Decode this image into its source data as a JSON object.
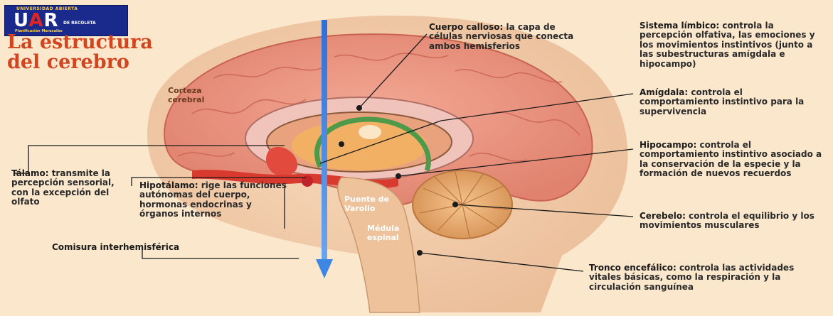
{
  "logo": {
    "line1": "UNIVERSIDAD ABIERTA",
    "letters": [
      "U",
      "A",
      "R"
    ],
    "line2": "DE RECOLETA",
    "line3": "Planificación Maracaibo"
  },
  "title": "La estructura del cerebro",
  "labels": {
    "corteza": "Corteza cerebral",
    "puente": "Puente de Varolio",
    "medula": "Médula espinal",
    "cuerpo": {
      "name": "Cuerpo calloso:",
      "desc": "la capa de células nerviosas que conecta ambos hemisferios"
    },
    "limbico": {
      "name": "Sistema límbico:",
      "desc": "controla la percepción olfativa, las emociones y los movimientos instintivos (junto a las subestructuras amígdala e hipocampo)"
    },
    "amigdala": {
      "name": "Amígdala:",
      "desc": "controla el comportamiento instintivo para la supervivencia"
    },
    "hipocampo": {
      "name": "Hipocampo:",
      "desc": "controla el comportamiento instintivo asociado a la conservación de la especie y la formación de nuevos recuerdos"
    },
    "cerebelo": {
      "name": "Cerebelo:",
      "desc": "controla el equilibrio y los movimientos musculares"
    },
    "tronco": {
      "name": "Tronco encefálico:",
      "desc": "controla las actividades vitales básicas, como la respiración y la circulación sanguínea"
    },
    "talamo": {
      "name": "Tálamo:",
      "desc": "transmite la percepción sensorial, con la excepción del olfato"
    },
    "hipotalamo": {
      "name": "Hipotálamo:",
      "desc": "rige las funciones autónomas del cuerpo, hormonas endocrinas y órganos internos"
    },
    "comisura": "Comisura interhemisférica"
  }
}
